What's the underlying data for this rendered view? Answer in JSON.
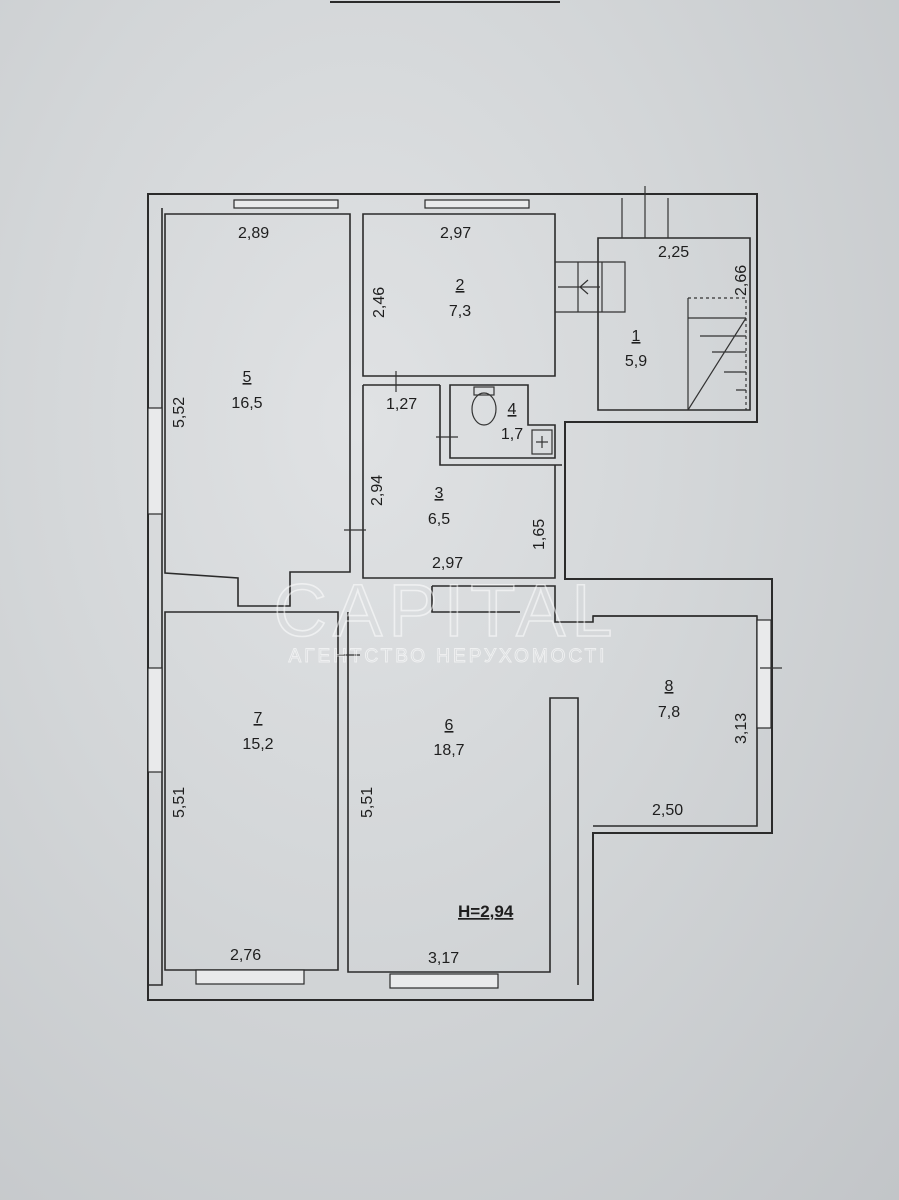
{
  "rooms": [
    {
      "id": "1",
      "number": "1",
      "area": "5,9"
    },
    {
      "id": "2",
      "number": "2",
      "area": "7,3"
    },
    {
      "id": "3",
      "number": "3",
      "area": "6,5"
    },
    {
      "id": "4",
      "number": "4",
      "area": "1,7"
    },
    {
      "id": "5",
      "number": "5",
      "area": "16,5"
    },
    {
      "id": "6",
      "number": "6",
      "area": "18,7"
    },
    {
      "id": "7",
      "number": "7",
      "area": "15,2"
    },
    {
      "id": "8",
      "number": "8",
      "area": "7,8"
    }
  ],
  "dimensions": {
    "r5_width_top": "2,89",
    "r5_length": "5,52",
    "r2_width_top": "2,97",
    "r2_height": "2,46",
    "r1_width": "2,25",
    "r1_height": "2,66",
    "corridor_width": "1,27",
    "r3_height_left": "2,94",
    "r3_height_right": "1,65",
    "r3_width_bottom": "2,97",
    "r7_length": "5,51",
    "r7_width_bottom": "2,76",
    "r6_length": "5,51",
    "r6_width_bottom": "3,17",
    "r8_height": "3,13",
    "r8_width_bottom": "2,50"
  },
  "ceiling_height": "H=2,94",
  "watermark": {
    "brand": "CAPITAL",
    "tagline": "АГЕНТСТВО НЕРУХОМОСТІ"
  }
}
